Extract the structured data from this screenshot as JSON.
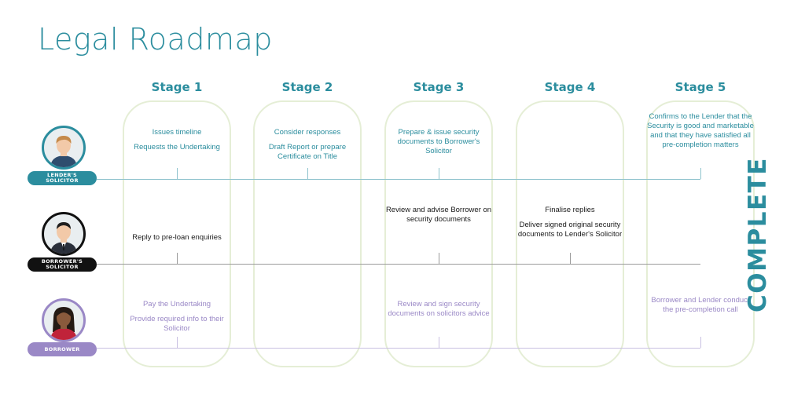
{
  "title": "Legal Roadmap",
  "colors": {
    "accent": "#2b8d9e",
    "lender": "#2b8d9e",
    "borrower_solicitor": "#111111",
    "borrower": "#9a88c6",
    "column_border": "#e5eed6"
  },
  "stages": [
    "Stage 1",
    "Stage 2",
    "Stage 3",
    "Stage 4",
    "Stage 5"
  ],
  "lanes": [
    {
      "role": "LENDER'S SOLICITOR",
      "role_lines": [
        "LENDER'S",
        "SOLICITOR"
      ],
      "icon": "lender-solicitor-avatar-icon",
      "cells": [
        [
          "Issues timeline",
          "Requests the Undertaking"
        ],
        [
          "Consider responses",
          "Draft Report or prepare Certificate on Title"
        ],
        [
          "Prepare & issue security documents to Borrower's Solicitor"
        ],
        [],
        [
          "Confirms to the Lender that the Security is good and marketable and that they have satisfied all pre-completion matters"
        ]
      ]
    },
    {
      "role": "BORROWER'S SOLICITOR",
      "role_lines": [
        "BORROWER'S",
        "SOLICITOR"
      ],
      "icon": "borrower-solicitor-avatar-icon",
      "cells": [
        [
          "Reply to pre-loan enquiries"
        ],
        [],
        [
          "Review and advise Borrower on security documents"
        ],
        [
          "Finalise replies",
          "Deliver signed original security documents to Lender's Solicitor"
        ],
        []
      ]
    },
    {
      "role": "BORROWER",
      "role_lines": [
        "BORROWER"
      ],
      "icon": "borrower-avatar-icon",
      "cells": [
        [
          "Pay the Undertaking",
          "Provide required info to their Solicitor"
        ],
        [],
        [
          "Review and sign security documents on solicitors advice"
        ],
        [],
        [
          "Borrower and Lender conduct the pre-completion call"
        ]
      ]
    }
  ],
  "complete_label": "COMPLETE"
}
